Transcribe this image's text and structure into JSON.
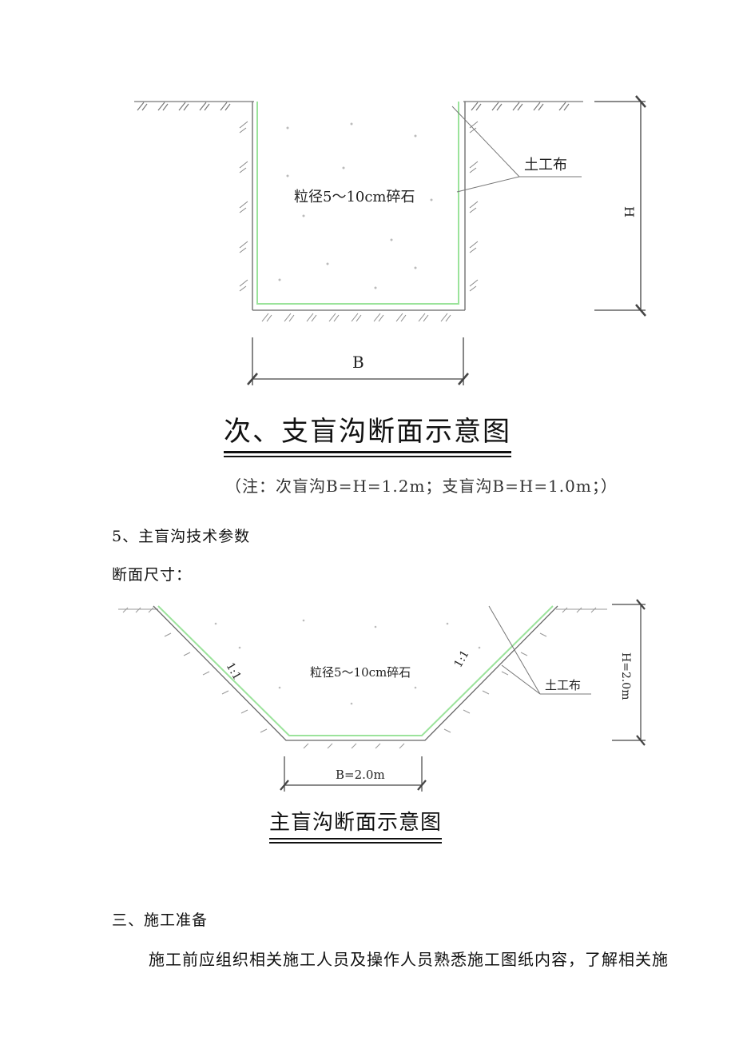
{
  "figure1": {
    "fill_label": "粒径5～10cm碎石",
    "geotextile_label": "土工布",
    "height_label": "H",
    "width_label": "B",
    "caption": "次、支盲沟断面示意图",
    "note": "（注：次盲沟B=H=1.2m；支盲沟B=H=1.0m；）"
  },
  "section5": {
    "heading": "5、主盲沟技术参数",
    "subheading": "断面尺寸："
  },
  "figure2": {
    "fill_label": "粒径5～10cm碎石",
    "slope_left": "1:1",
    "slope_right": "1:1",
    "geotextile_label": "土工布",
    "height_label": "H=2.0m",
    "width_label": "B=2.0m",
    "caption": "主盲沟断面示意图"
  },
  "section3": {
    "heading": "三、施工准备",
    "paragraph": "施工前应组织相关施工人员及操作人员熟悉施工图纸内容，了解相关施"
  },
  "colors": {
    "geotextile": "#9be39b",
    "line": "#555555",
    "text": "#111111"
  }
}
